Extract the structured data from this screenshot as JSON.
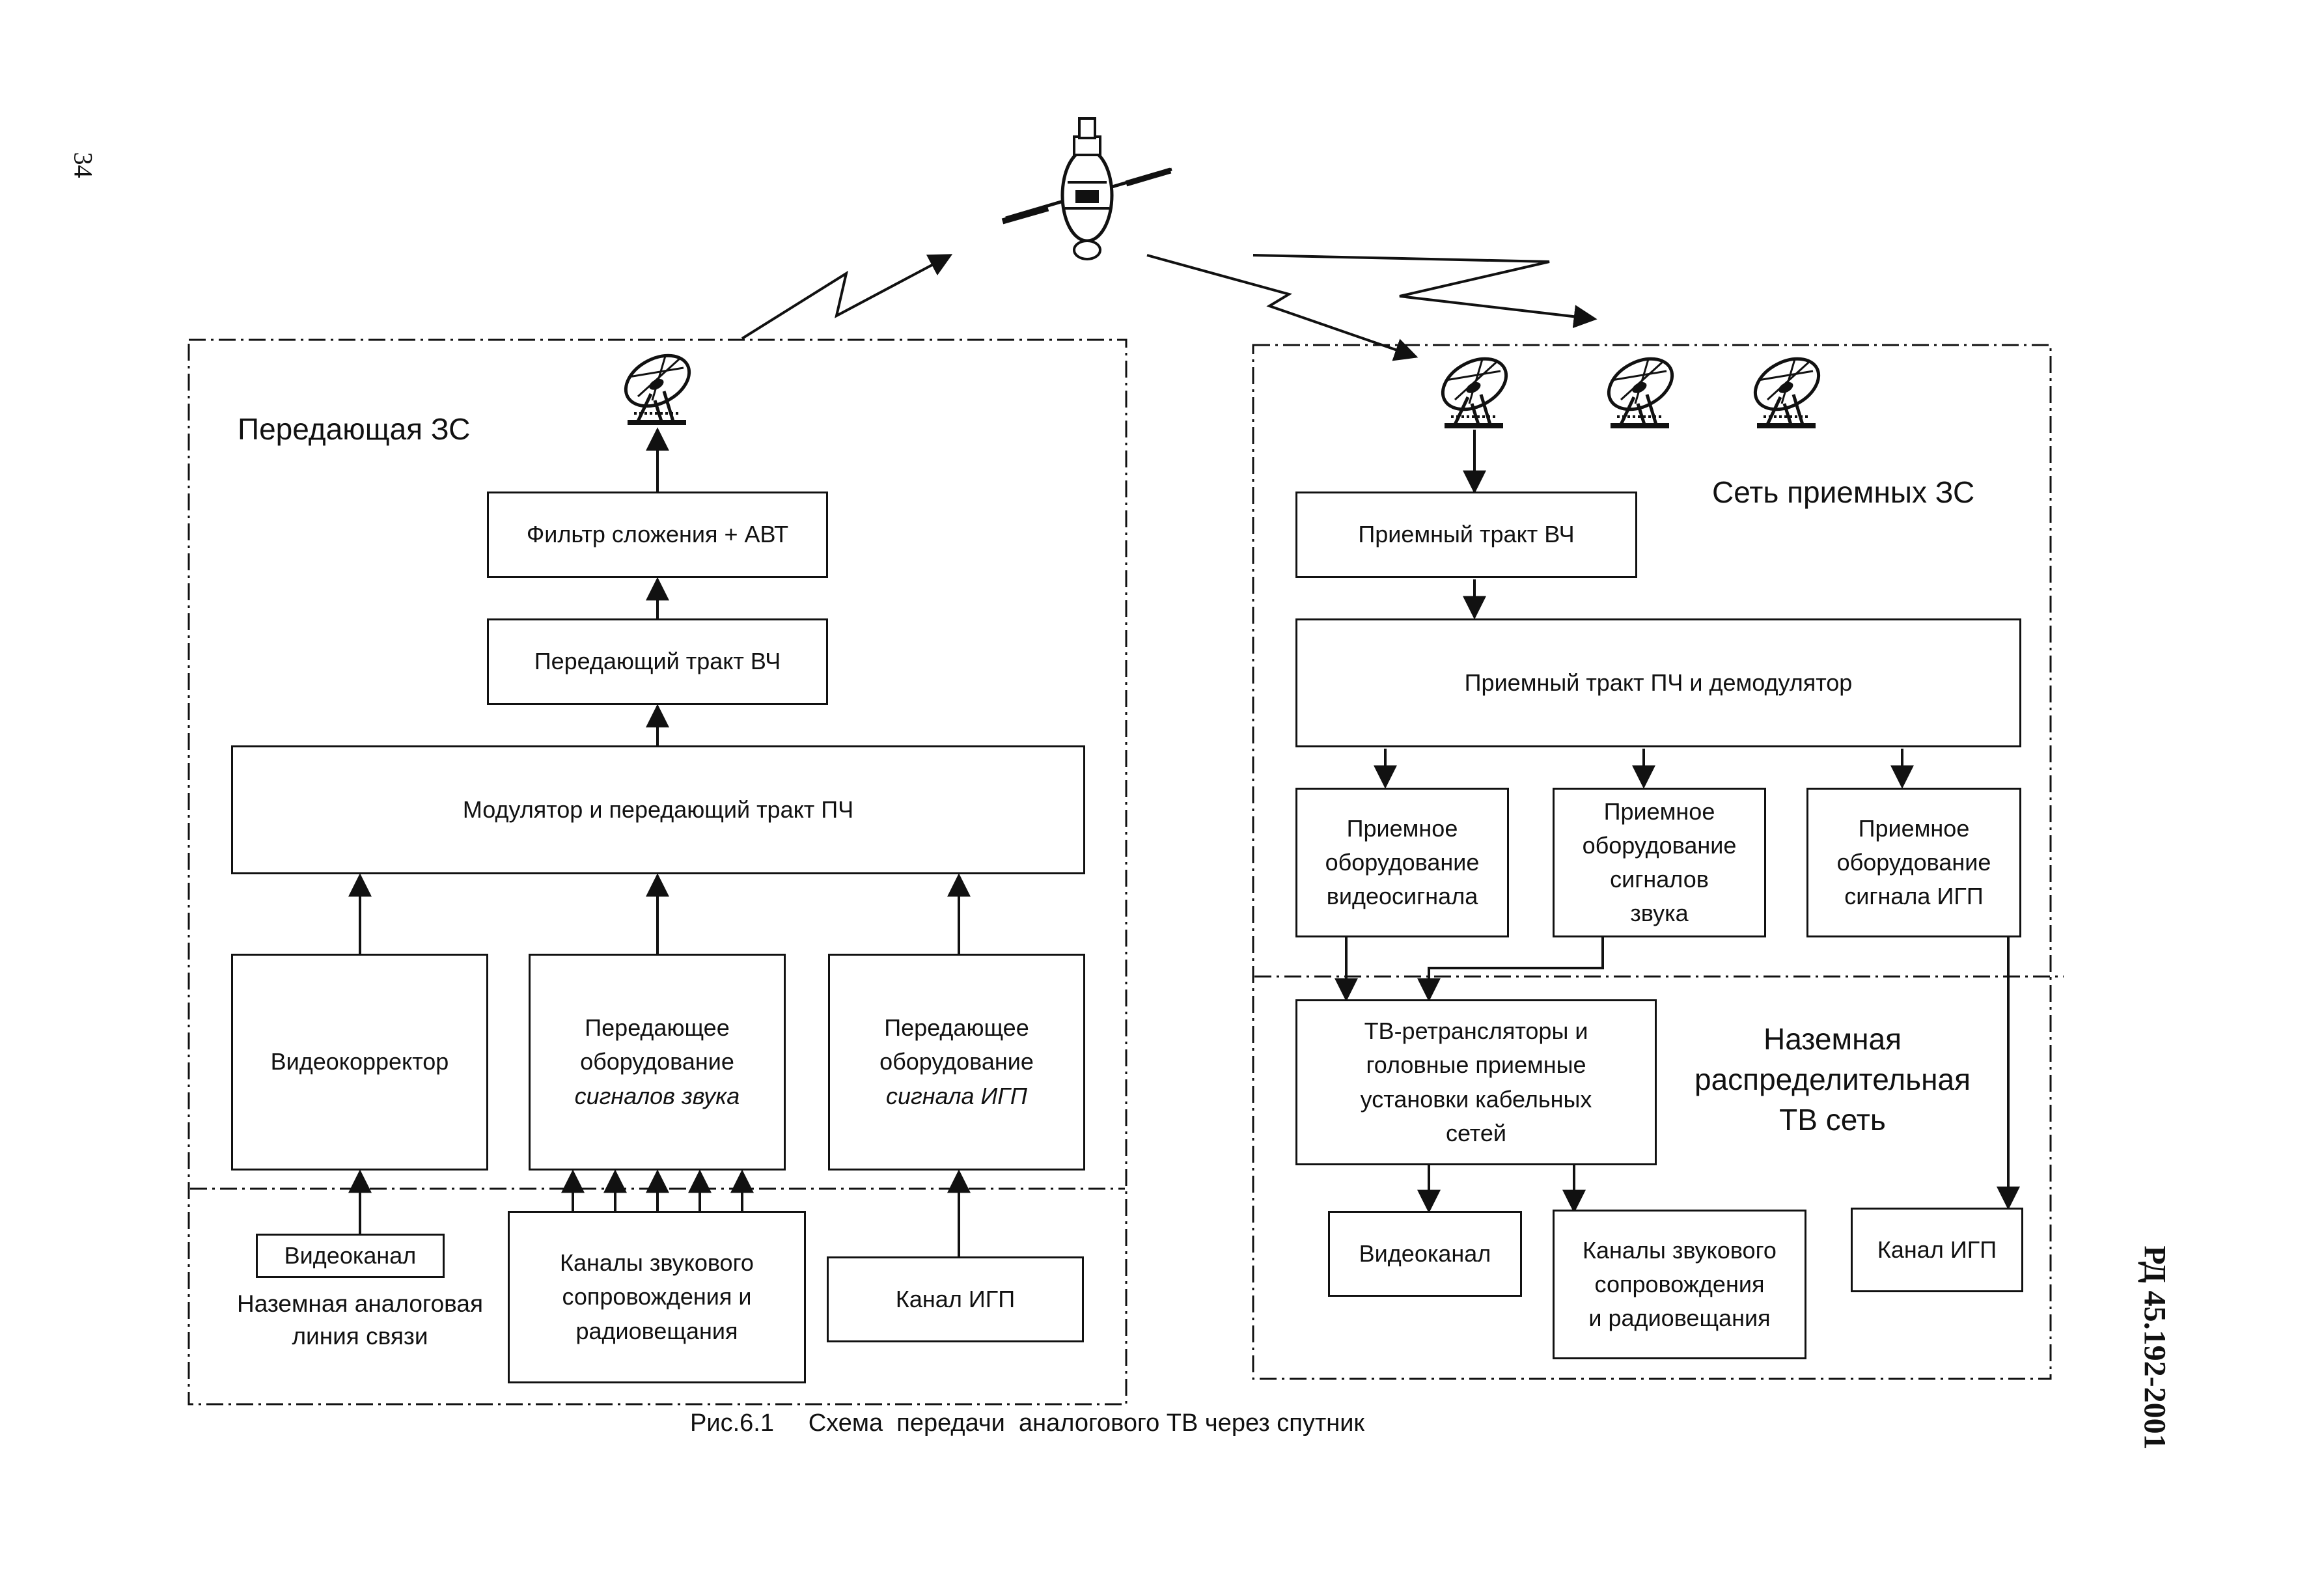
{
  "page_number": "34",
  "document_code": "РД 45.192-2001",
  "caption": "Рис.6.1     Схема  передачи  аналогового ТВ через спутник",
  "transmit_side": {
    "title": "Передающая ЗС",
    "filter": "Фильтр сложения + АВТ",
    "hf_path": "Передающий тракт ВЧ",
    "modulator": "Модулятор и передающий тракт ПЧ",
    "video_corrector": "Видеокорректор",
    "sound_equipment_line1": "Передающее",
    "sound_equipment_line2": "оборудование",
    "sound_equipment_line3": "сигналов звука",
    "igp_equipment_line1": "Передающее",
    "igp_equipment_line2": "оборудование",
    "igp_equipment_line3": "сигнала ИГП",
    "video_channel": "Видеоканал",
    "ground_line": "Наземная аналоговая\nлиния связи",
    "sound_channels": "Каналы звукового\nсопровождения  и\nрадиовещания",
    "igp_channel": "Канал ИГП"
  },
  "receive_side": {
    "title": "Сеть приемных ЗС",
    "hf_path": "Приемный тракт ВЧ",
    "if_demod": "Приемный тракт ПЧ и демодулятор",
    "video_receiver": "Приемное\nоборудование\nвидеосигнала",
    "sound_receiver": "Приемное\nоборудование\nсигналов\nзвука",
    "igp_receiver": "Приемное\nоборудование\nсигнала ИГП",
    "ground_network": "Наземная\nраспределительная\nТВ сеть",
    "retransmitters": "ТВ-ретрансляторы и\nголовные приемные\nустановки кабельных\nсетей",
    "video_channel": "Видеоканал",
    "sound_channels": "Каналы звукового\nсопровождения\nи радиовещания",
    "igp_channel": "Канал ИГП"
  },
  "icons": {
    "satellite": "satellite-icon",
    "dish": "satellite-dish-icon"
  }
}
